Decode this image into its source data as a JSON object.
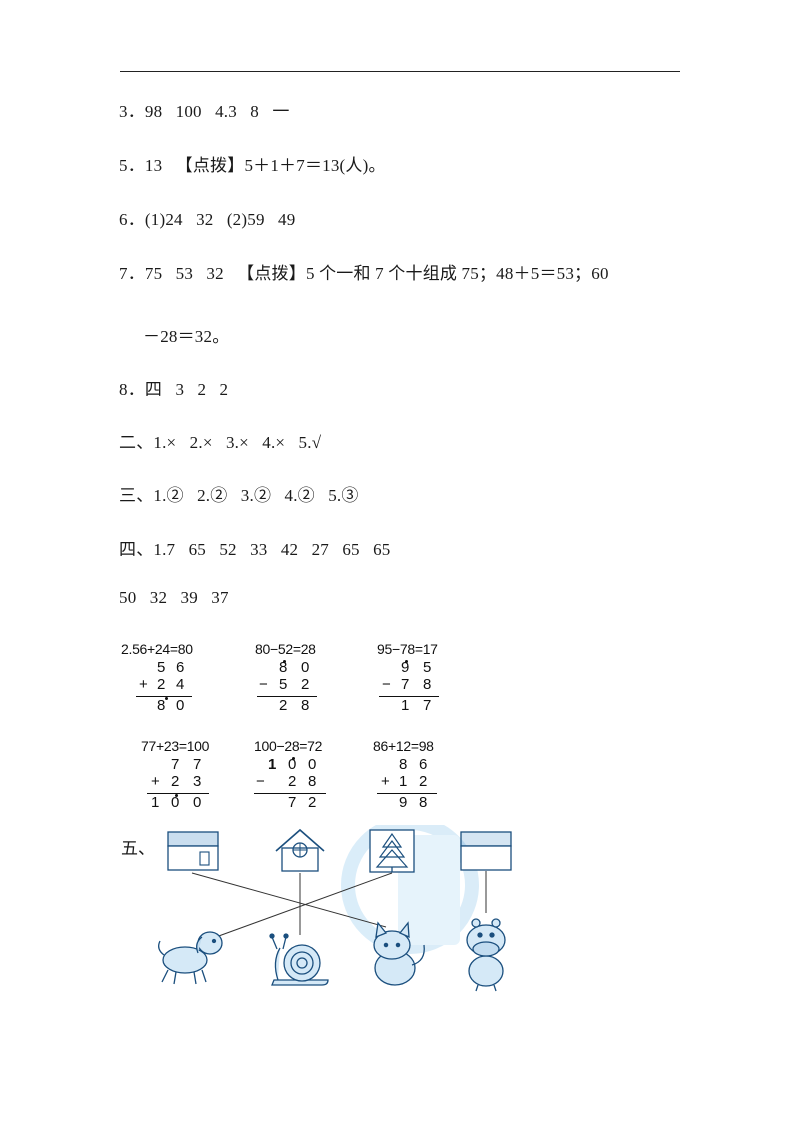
{
  "lines": {
    "l3": "3．98   100   4.3   8   一",
    "l5": "5．13   【点拨】5＋1＋7＝13(人)。",
    "l6": "6．(1)24   32   (2)59   49",
    "l7a": "7．75   53   32   【点拨】5 个一和 7 个十组成 75；48＋5＝53；60",
    "l7b": "－28＝32。",
    "l8": "8．四   3   2   2",
    "s2": "二、1.×   2.×   3.×   4.×   5.√",
    "s3": "三、1.②   2.②   3.②   4.②   5.③",
    "s4a": "四、1.7   65   52   33   42   27   65   65",
    "s4b": "50   32   39   37"
  },
  "calcs": [
    {
      "eq": "2.56+24=80",
      "r1": [
        "",
        "5",
        "6"
      ],
      "op": "+",
      "r2": [
        "",
        "2",
        "4"
      ],
      "res": [
        "",
        "8",
        "0"
      ]
    },
    {
      "eq": "80−52=28",
      "r1": [
        "",
        "8",
        "0"
      ],
      "op": "−",
      "r2": [
        "",
        "5",
        "2"
      ],
      "res": [
        "",
        "2",
        "8"
      ]
    },
    {
      "eq": "95−78=17",
      "r1": [
        "",
        "9",
        "5"
      ],
      "op": "−",
      "r2": [
        "",
        "7",
        "8"
      ],
      "res": [
        "",
        "1",
        "7"
      ]
    },
    {
      "eq": "77+23=100",
      "r1": [
        "",
        "7",
        "7"
      ],
      "op": "+",
      "r2": [
        "",
        "2",
        "3"
      ],
      "res": [
        "1",
        "0",
        "0"
      ]
    },
    {
      "eq": "100−28=72",
      "r1": [
        "1",
        "0",
        "0"
      ],
      "op": "−",
      "r2": [
        "",
        "2",
        "8"
      ],
      "res": [
        "",
        "7",
        "2"
      ]
    },
    {
      "eq": "86+12=98",
      "r1": [
        "",
        "8",
        "6"
      ],
      "op": "+",
      "r2": [
        "",
        "1",
        "2"
      ],
      "res": [
        "",
        "9",
        "8"
      ]
    }
  ],
  "section5": {
    "label": "五、",
    "places": [
      "house-icon",
      "round-window-house-icon",
      "pine-tree-icon",
      "blank-box-icon"
    ],
    "animals": [
      "puppy-icon",
      "snail-icon",
      "kitten-icon",
      "hippo-icon"
    ]
  },
  "colors": {
    "text": "#1a1a1a",
    "drawing_blue": "#2b7bbf",
    "watermark": "#d6ebf8"
  }
}
